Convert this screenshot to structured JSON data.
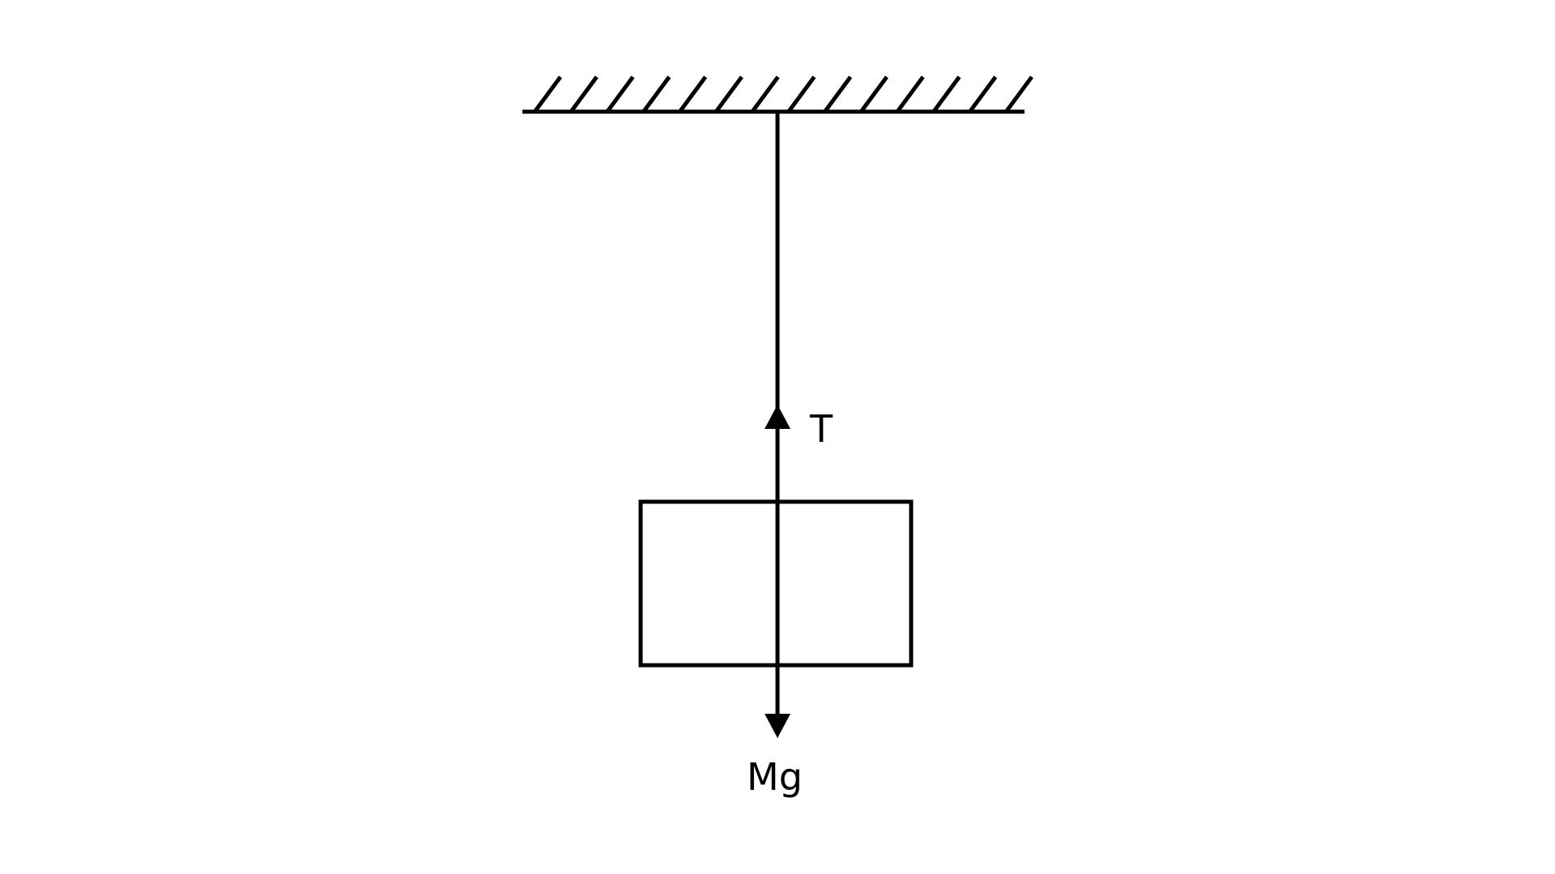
{
  "diagram": {
    "title": "",
    "labels": {
      "tension": "T",
      "weight": "Mg"
    },
    "colors": {
      "stroke": "#000000",
      "background": "#ffffff"
    },
    "ceiling_hatch_count": 14
  }
}
